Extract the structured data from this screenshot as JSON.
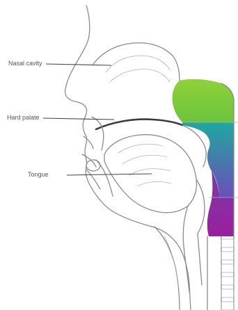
{
  "labels": {
    "nasal_cavity": "Nasal cavity",
    "hard_palate": "Hard palate",
    "tongue": "Tongue"
  },
  "colors": {
    "nasopharynx": "#8fd13a",
    "oropharynx_top": "#1fa8a0",
    "oropharynx_bottom": "#6a4fb8",
    "laryngopharynx": "#9a1f9e"
  }
}
